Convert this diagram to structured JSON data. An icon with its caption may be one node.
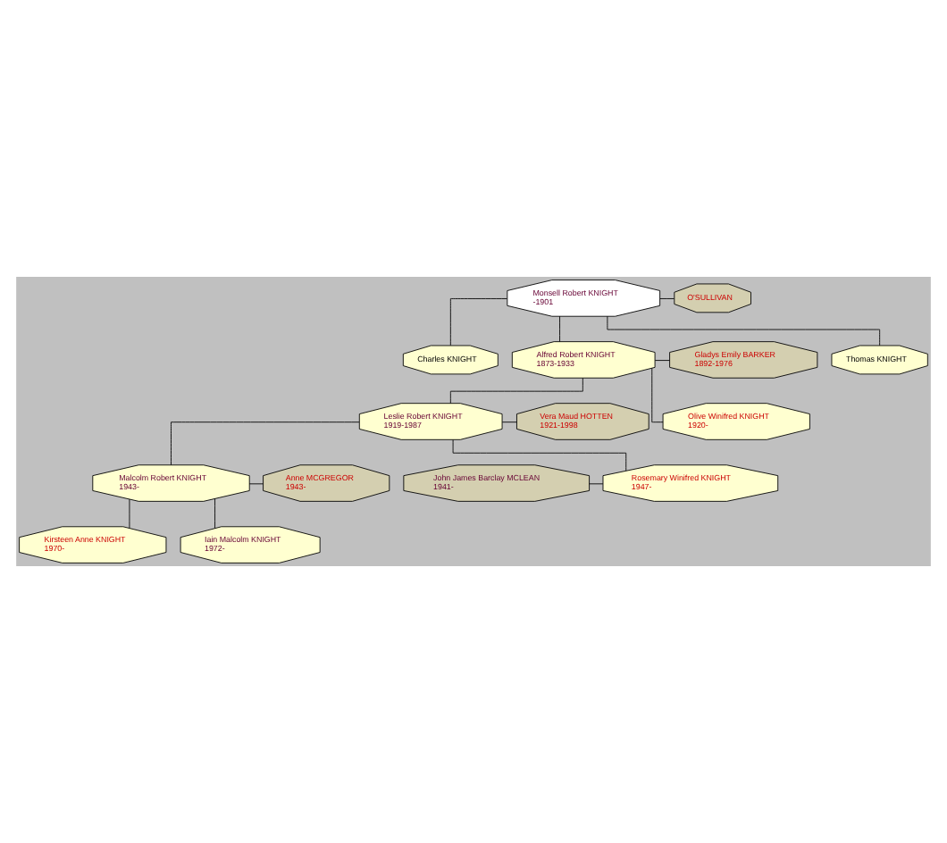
{
  "diagram": {
    "nodes": [
      {
        "text": [
          "Monsell Robert KNIGHT",
          "-1901"
        ]
      },
      {
        "text": [
          "O'SULLIVAN"
        ]
      },
      {
        "text": [
          "Charles KNIGHT"
        ]
      },
      {
        "text": [
          "Alfred Robert KNIGHT",
          "1873-1933"
        ]
      },
      {
        "text": [
          "Gladys Emily BARKER",
          "1892-1976"
        ]
      },
      {
        "text": [
          "Thomas KNIGHT"
        ]
      },
      {
        "text": [
          "Leslie Robert KNIGHT",
          "1919-1987"
        ]
      },
      {
        "text": [
          "Vera Maud HOTTEN",
          "1921-1998"
        ]
      },
      {
        "text": [
          "Olive Winifred KNIGHT",
          "1920-"
        ]
      },
      {
        "text": [
          "Malcolm Robert KNIGHT",
          "1943-"
        ]
      },
      {
        "text": [
          "Anne MCGREGOR",
          "1943-"
        ]
      },
      {
        "text": [
          "John James Barclay MCLEAN",
          "1941-"
        ]
      },
      {
        "text": [
          "Rosemary Winifred KNIGHT",
          "1947-"
        ]
      },
      {
        "text": [
          "Kirsteen Anne KNIGHT",
          "1970-"
        ]
      },
      {
        "text": [
          "Iain Malcolm KNIGHT",
          "1972-"
        ]
      }
    ],
    "edges": [
      {
        "from": 0,
        "to": 1,
        "arrow": "none"
      },
      {
        "from": 0,
        "to": 2,
        "arrow": "none"
      },
      {
        "from": 0,
        "to": 3,
        "arrow": "none"
      },
      {
        "from": 0,
        "to": 5,
        "arrow": "none"
      },
      {
        "from": 3,
        "to": 4,
        "arrow": "none"
      },
      {
        "from": 3,
        "to": 6,
        "arrow": "none"
      },
      {
        "from": 3,
        "to": 8,
        "arrow": "none"
      },
      {
        "from": 6,
        "to": 7,
        "arrow": "none"
      },
      {
        "from": 6,
        "to": 9,
        "arrow": "none"
      },
      {
        "from": 6,
        "to": 12,
        "arrow": "none"
      },
      {
        "from": 9,
        "to": 10,
        "arrow": "none"
      },
      {
        "from": 11,
        "to": 12,
        "arrow": "none"
      },
      {
        "from": 9,
        "to": 13,
        "arrow": "none"
      },
      {
        "from": 9,
        "to": 14,
        "arrow": "none"
      }
    ]
  }
}
